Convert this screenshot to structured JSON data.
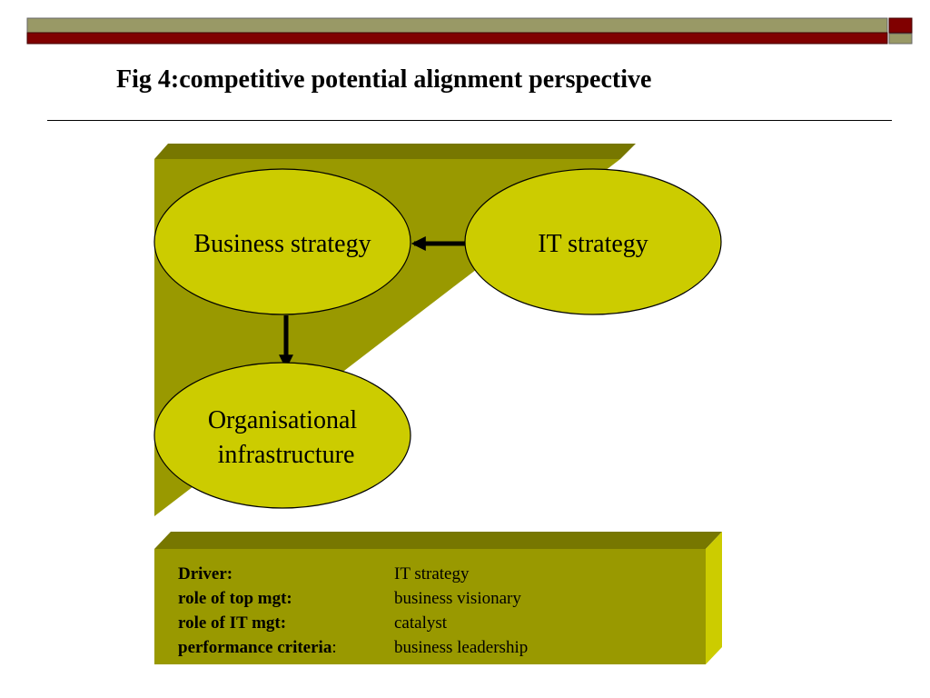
{
  "slide": {
    "title": "Fig 4:competitive potential alignment perspective"
  },
  "diagram": {
    "nodes": [
      {
        "id": "business-strategy",
        "lines": [
          "Business strategy"
        ]
      },
      {
        "id": "it-strategy",
        "lines": [
          "IT strategy"
        ]
      },
      {
        "id": "organisational-infrastructure",
        "lines": [
          "Organisational",
          "infrastructure"
        ]
      }
    ],
    "edges": [
      {
        "from": "it-strategy",
        "to": "business-strategy"
      },
      {
        "from": "business-strategy",
        "to": "organisational-infrastructure"
      }
    ]
  },
  "info_box": {
    "rows": [
      {
        "key": "Driver:",
        "suffix": "",
        "value": "IT strategy"
      },
      {
        "key": "role of top mgt:",
        "suffix": "",
        "value": "business visionary"
      },
      {
        "key": "role of IT mgt:",
        "suffix": "",
        "value": "catalyst"
      },
      {
        "key": "performance criteria",
        "suffix": ":",
        "value": "business leadership"
      }
    ]
  },
  "colors": {
    "olive_dark": "#999900",
    "olive_shadow": "#7a7800",
    "ellipse_fill": "#cccc00",
    "maroon_bar": "#800000",
    "khaki_bar": "#999966"
  }
}
